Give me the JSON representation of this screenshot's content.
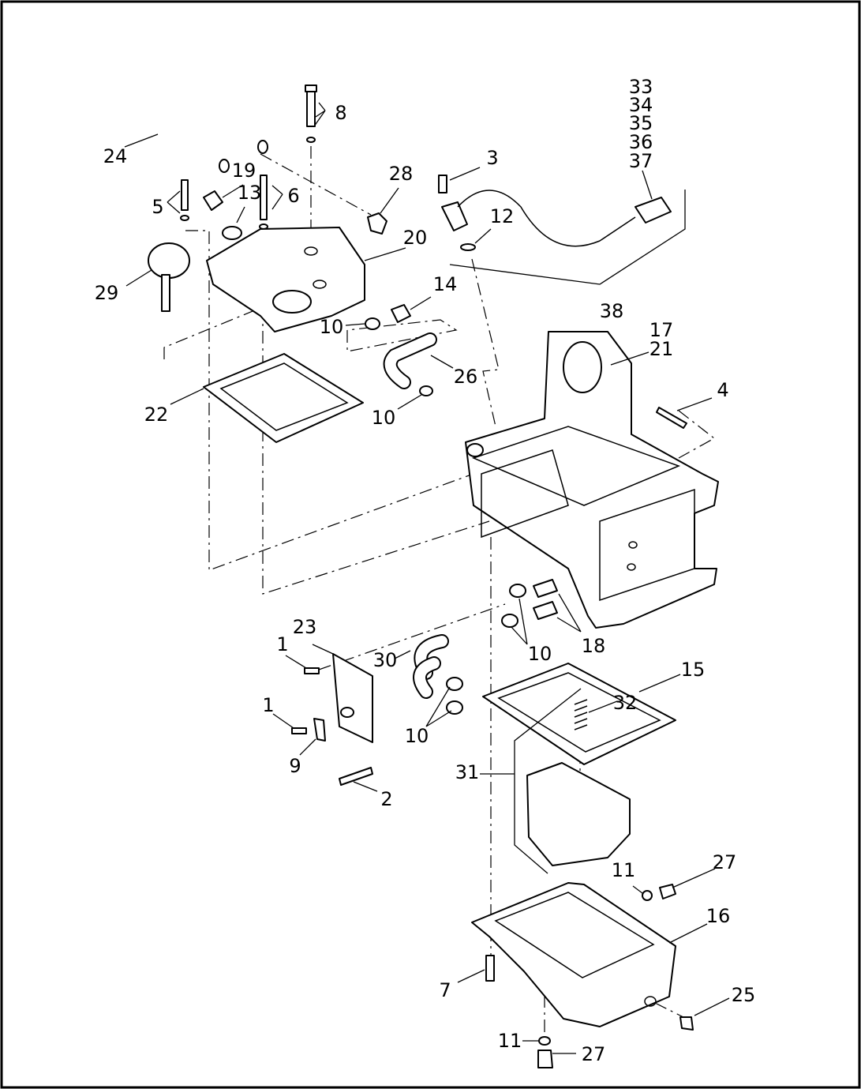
{
  "diagram": {
    "type": "exploded-parts-view",
    "callouts": {
      "c1a": "1",
      "c1b": "1",
      "c2": "2",
      "c3": "3",
      "c4": "4",
      "c5": "5",
      "c6": "6",
      "c7": "7",
      "c8": "8",
      "c9": "9",
      "c10a": "10",
      "c10b": "10",
      "c10c": "10",
      "c10d": "10",
      "c11a": "11",
      "c11b": "11",
      "c12": "12",
      "c13": "13",
      "c14": "14",
      "c15": "15",
      "c16": "16",
      "c17": "17",
      "c18": "18",
      "c19": "19",
      "c20": "20",
      "c21": "21",
      "c22": "22",
      "c23": "23",
      "c24": "24",
      "c25": "25",
      "c26": "26",
      "c27a": "27",
      "c27b": "27",
      "c28": "28",
      "c29": "29",
      "c30": "30",
      "c31": "31",
      "c32": "32",
      "c33": "33",
      "c34": "34",
      "c35": "35",
      "c36": "36",
      "c37": "37",
      "c38": "38"
    }
  }
}
